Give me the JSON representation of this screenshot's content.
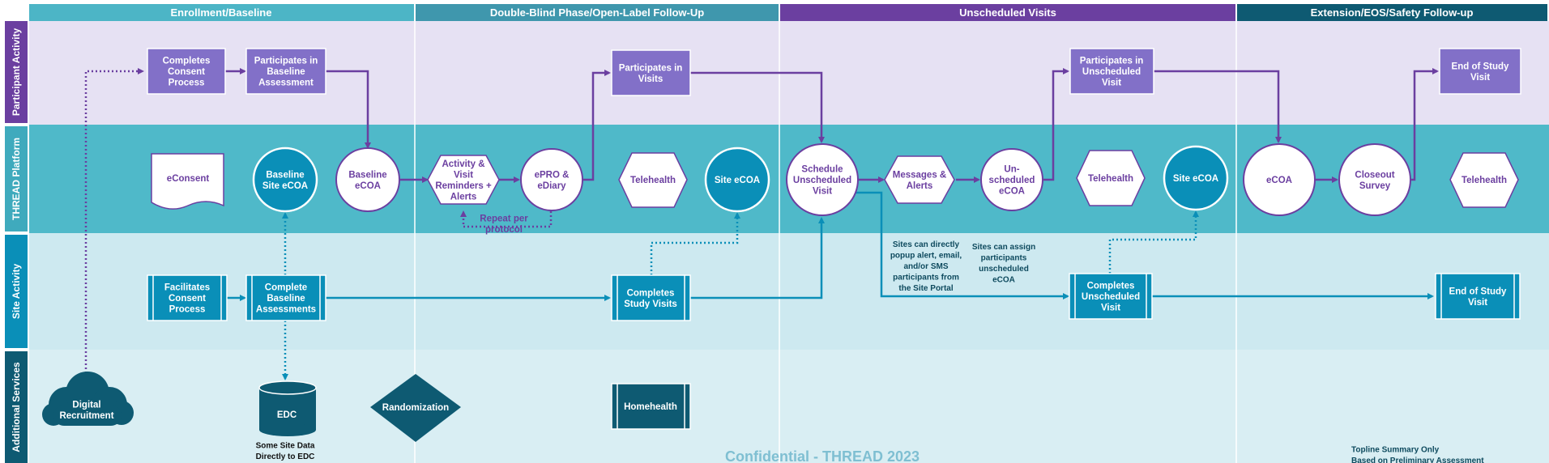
{
  "colors": {
    "purple": "#6b3fa0",
    "purple_box": "#8270c8",
    "teal_dark": "#0a8fb8",
    "teal_lane": "#4fb9c9",
    "navy": "#0e5a72"
  },
  "phases": [
    {
      "label": "Enrollment/Baseline"
    },
    {
      "label": "Double-Blind Phase/Open-Label Follow-Up"
    },
    {
      "label": "Unscheduled Visits"
    },
    {
      "label": "Extension/EOS/Safety Follow-up"
    }
  ],
  "lanes": [
    {
      "label": "Participant Activity"
    },
    {
      "label": "THREAD Platform"
    },
    {
      "label": "Site Activity"
    },
    {
      "label": "Additional Services"
    }
  ],
  "nodes": {
    "consent_process": "Completes\nConsent\nProcess",
    "baseline_assessment": "Participates in\nBaseline\nAssessment",
    "participates_visits": "Participates in\nVisits",
    "participates_unscheduled": "Participates in\nUnscheduled\nVisit",
    "end_of_study_participant": "End of Study\nVisit",
    "econsent": "eConsent",
    "baseline_site_ecoa": "Baseline\nSite eCOA",
    "baseline_ecoa": "Baseline\neCOA",
    "activity_reminders": "Activity &\nVisit\nReminders +\nAlerts",
    "epro_ediary": "ePRO &\neDiary",
    "telehealth_1": "Telehealth",
    "site_ecoa_1": "Site eCOA",
    "schedule_unscheduled": "Schedule\nUnscheduled\nVisit",
    "messages_alerts": "Messages &\nAlerts",
    "unscheduled_ecoa": "Un-\nscheduled\neCOA",
    "telehealth_2": "Telehealth",
    "site_ecoa_2": "Site eCOA",
    "ecoa": "eCOA",
    "closeout_survey": "Closeout\nSurvey",
    "telehealth_3": "Telehealth",
    "facilitates_consent": "Facilitates\nConsent\nProcess",
    "complete_baseline_assessments": "Complete\nBaseline\nAssessments",
    "completes_study_visits": "Completes\nStudy Visits",
    "completes_unscheduled": "Completes\nUnscheduled\nVisit",
    "end_of_study_site": "End of Study\nVisit",
    "digital_recruitment": "Digital\nRecruitment",
    "edc": "EDC",
    "randomization": "Randomization",
    "homehealth": "Homehealth"
  },
  "notes": {
    "repeat_per_protocol": "Repeat per\nprotocol",
    "sites_popup": "Sites can directly\npopup alert, email,\nand/or SMS\nparticipants from\nthe Site Portal",
    "sites_assign": "Sites can assign\nparticipants\nunscheduled\neCOA",
    "edc_note": "Some Site Data\nDirectly to EDC",
    "confidential": "Confidential - THREAD 2023",
    "topline": "Topline Summary Only\nBased on Preliminary Assessment"
  }
}
